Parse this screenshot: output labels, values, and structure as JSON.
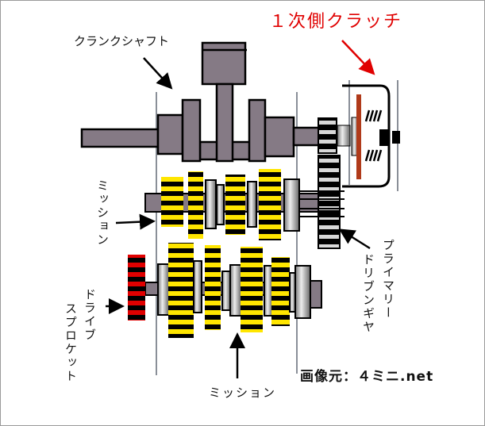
{
  "title": "Engine drivetrain diagram",
  "labels": {
    "crankshaft": "クランクシャフト",
    "primary_clutch": "１次側クラッチ",
    "mission_upper": "ミッション",
    "drive_sprocket_line1": "ドライブ",
    "drive_sprocket_line2": "スプロケット",
    "mission_lower": "ミッション",
    "primary_driven_gear_line1": "プライマリー",
    "primary_driven_gear_line2": "ドリブンギヤ"
  },
  "credit": "画像元：４ミニ.net",
  "colors": {
    "part_gray": "#857a85",
    "gear_yellow": "#ffe600",
    "sprocket_red": "#e00000",
    "clutch_label_red": "#e00000",
    "case_line": "#8a8f98"
  }
}
